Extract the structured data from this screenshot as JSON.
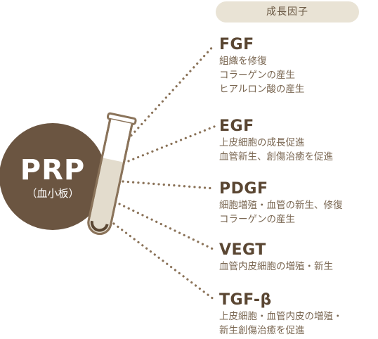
{
  "header": {
    "label": "成長因子"
  },
  "center": {
    "title": "PRP",
    "subtitle": "（血小板）"
  },
  "factors": [
    {
      "name": "FGF",
      "lines": [
        "組織を修復",
        "コラーゲンの産生",
        "ヒアルロン酸の産生"
      ]
    },
    {
      "name": "EGF",
      "lines": [
        "上皮細胞の成長促進",
        "血管新生、創傷治癒を促進"
      ]
    },
    {
      "name": "PDGF",
      "lines": [
        "細胞増殖・血管の新生、修復",
        "コラーゲンの産生"
      ]
    },
    {
      "name": "VEGT",
      "lines": [
        "血管内皮細胞の増殖・新生"
      ]
    },
    {
      "name": "TGF-β",
      "lines": [
        "上皮細胞・血管内皮の増殖・",
        "新生創傷治癒を促進"
      ]
    }
  ],
  "colors": {
    "circle": "#6b5541",
    "tube_fill": "#e3dccd",
    "tube_stroke": "#8a735a",
    "dots": "#8a7258",
    "text": "#6b5a45"
  }
}
